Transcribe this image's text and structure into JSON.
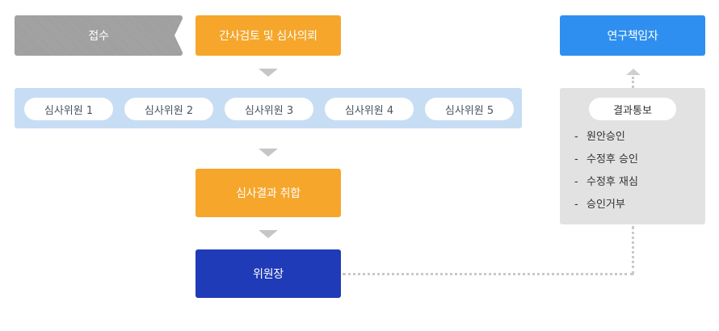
{
  "flow": {
    "intake": "접수",
    "review_request": "간사검토 및 심사의뢰",
    "members": [
      "심사위원 1",
      "심사위원 2",
      "심사위원 3",
      "심사위원 4",
      "심사위원 5"
    ],
    "result_compile": "심사결과 취합",
    "chair": "위원장",
    "researcher": "연구책임자"
  },
  "result_notice": {
    "title": "결과통보",
    "dash": "-",
    "items": [
      "원안승인",
      "수정후 승인",
      "수정후 재심",
      "승인거부"
    ]
  },
  "colors": {
    "intake": "#a2a2a2",
    "orange": "#f5a62b",
    "chair": "#1f3bb8",
    "researcher": "#2f8ff0",
    "members_bar": "#c7ddf4",
    "result_panel": "#e2e2e2"
  }
}
